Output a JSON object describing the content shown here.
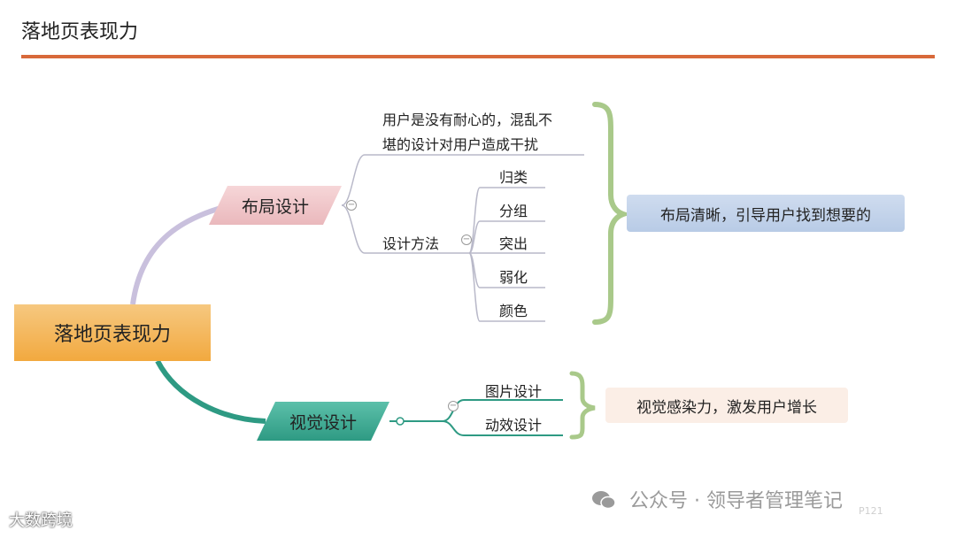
{
  "header": {
    "title": "落地页表现力"
  },
  "mindmap": {
    "central": "落地页表现力",
    "branches": [
      {
        "label": "布局设计",
        "note": "用户是没有耐心的，混乱不堪的设计对用户造成干扰",
        "note_lines": [
          "用户是没有耐心的，混乱不",
          "堪的设计对用户造成干扰"
        ],
        "method_label": "设计方法",
        "methods": [
          "归类",
          "分组",
          "突出",
          "弱化",
          "颜色"
        ],
        "summary": "布局清晰，引导用户找到想要的"
      },
      {
        "label": "视觉设计",
        "children": [
          "图片设计",
          "动效设计"
        ],
        "summary": "视觉感染力，激发用户增长"
      }
    ]
  },
  "colors": {
    "accent_rule": "#d8693a",
    "central_fill": "#f2a93f",
    "layout_branch_fill": "#eab8bc",
    "visual_branch_fill": "#2e9a83",
    "layout_summary_fill": "#b8cbe6",
    "visual_summary_fill": "#fbeee6",
    "brace_layout": "#a9c98a",
    "brace_visual": "#a9c98a"
  },
  "watermarks": {
    "right": "公众号 · 领导者管理笔记",
    "left": "大数跨境",
    "page_number": "P121"
  },
  "icons": [
    "wechat-icon",
    "collapse-icon"
  ]
}
